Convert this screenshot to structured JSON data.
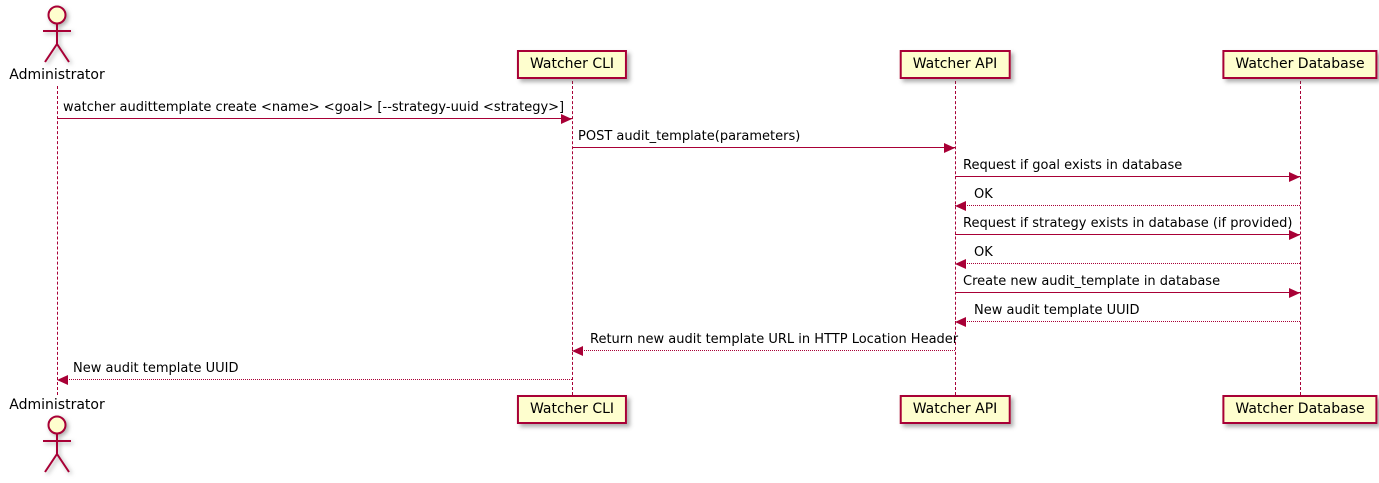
{
  "diagram": {
    "type": "uml-sequence",
    "tool_style": "plantuml-default",
    "colors": {
      "participant_fill": "#FEFECE",
      "participant_border": "#A80036",
      "line": "#A80036",
      "text": "#000000",
      "background": "#FFFFFF"
    }
  },
  "actor": {
    "name": "Administrator"
  },
  "participants": [
    {
      "label": "Watcher CLI"
    },
    {
      "label": "Watcher API"
    },
    {
      "label": "Watcher Database"
    }
  ],
  "messages": [
    {
      "from": "Administrator",
      "to": "Watcher CLI",
      "style": "solid",
      "text": "watcher audittemplate create <name> <goal> [--strategy-uuid <strategy>]"
    },
    {
      "from": "Watcher CLI",
      "to": "Watcher API",
      "style": "solid",
      "text": "POST audit_template(parameters)"
    },
    {
      "from": "Watcher API",
      "to": "Watcher Database",
      "style": "solid",
      "text": "Request if goal exists in database"
    },
    {
      "from": "Watcher Database",
      "to": "Watcher API",
      "style": "dotted",
      "text": "OK"
    },
    {
      "from": "Watcher API",
      "to": "Watcher Database",
      "style": "solid",
      "text": "Request if strategy exists in database (if provided)"
    },
    {
      "from": "Watcher Database",
      "to": "Watcher API",
      "style": "dotted",
      "text": "OK"
    },
    {
      "from": "Watcher API",
      "to": "Watcher Database",
      "style": "solid",
      "text": "Create new audit_template in database"
    },
    {
      "from": "Watcher Database",
      "to": "Watcher API",
      "style": "dotted",
      "text": "New audit template UUID"
    },
    {
      "from": "Watcher API",
      "to": "Watcher CLI",
      "style": "dotted",
      "text": "Return new audit template URL in HTTP Location Header"
    },
    {
      "from": "Watcher CLI",
      "to": "Administrator",
      "style": "dotted",
      "text": "New audit template UUID"
    }
  ]
}
